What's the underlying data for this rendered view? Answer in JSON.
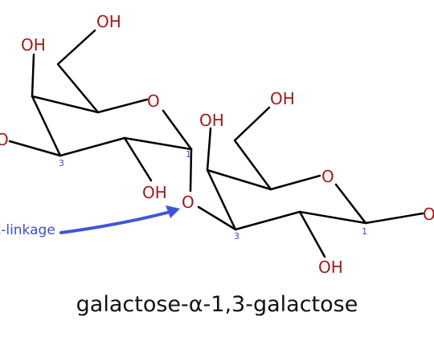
{
  "atoms": {
    "left_c6_oh": "OH",
    "left_c4_oh": "OH",
    "left_ring_o": "O",
    "left_c2_oh": "OH",
    "left_c3_o_partial": "O",
    "glycosidic_o": "O",
    "right_c6_oh": "OH",
    "right_c4_oh": "OH",
    "right_ring_o": "O",
    "right_c2_oh": "OH",
    "right_c1_o_partial": "O"
  },
  "positions": {
    "left_c3": "3",
    "left_c1": "1",
    "right_c3": "3",
    "right_c1": "1"
  },
  "linkage_label": "α-linkage",
  "caption": "galactose-α-1,3-galactose",
  "colors": {
    "atom": "#a01a1a",
    "position_label": "#3a4fd0",
    "arrow": "#3f55d8"
  }
}
